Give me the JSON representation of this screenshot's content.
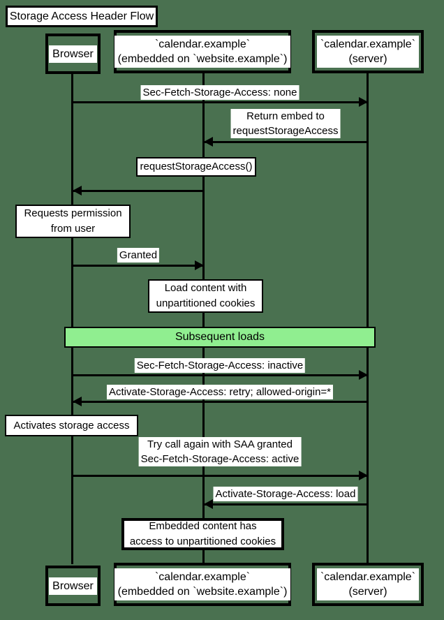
{
  "title": "Storage Access Header Flow",
  "colors": {
    "background": "#4a7150",
    "line": "#000000",
    "label_background": "#ffffff",
    "band_fill": "#90ee90"
  },
  "participants": {
    "browser": {
      "lines": [
        "Browser"
      ]
    },
    "embed": {
      "lines": [
        "`calendar.example`",
        "(embedded on `website.example`)"
      ]
    },
    "server": {
      "lines": [
        "`calendar.example`",
        "(server)"
      ]
    }
  },
  "messages": [
    {
      "from": "browser",
      "to": "server",
      "lines": [
        "Sec-Fetch-Storage-Access: none"
      ]
    },
    {
      "from": "server",
      "to": "embed",
      "lines": [
        "Return embed to",
        "requestStorageAccess"
      ]
    },
    {
      "from": "embed",
      "to": "browser",
      "lines": []
    },
    {
      "from": "browser",
      "to": "embed",
      "lines": [
        "Granted"
      ]
    },
    {
      "from": "browser",
      "to": "server",
      "lines": [
        "Sec-Fetch-Storage-Access: inactive"
      ]
    },
    {
      "from": "server",
      "to": "browser",
      "lines": [
        "Activate-Storage-Access: retry; allowed-origin=*"
      ]
    },
    {
      "from": "browser",
      "to": "server",
      "lines": [
        "Try call again with SAA granted",
        "Sec-Fetch-Storage-Access: active"
      ]
    },
    {
      "from": "server",
      "to": "embed",
      "lines": [
        "Activate-Storage-Access: load"
      ]
    }
  ],
  "notes": [
    {
      "over": "embed",
      "lines": [
        "requestStorageAccess()"
      ]
    },
    {
      "over": "browser",
      "lines": [
        "Requests permission",
        "from user"
      ]
    },
    {
      "over": "embed",
      "lines": [
        "Load content with",
        "unpartitioned cookies"
      ]
    },
    {
      "over": "browser",
      "lines": [
        "Activates storage access"
      ]
    },
    {
      "over": "embed",
      "lines": [
        "Embedded content has",
        "access to unpartitioned cookies"
      ]
    }
  ],
  "band": {
    "label": "Subsequent loads"
  }
}
